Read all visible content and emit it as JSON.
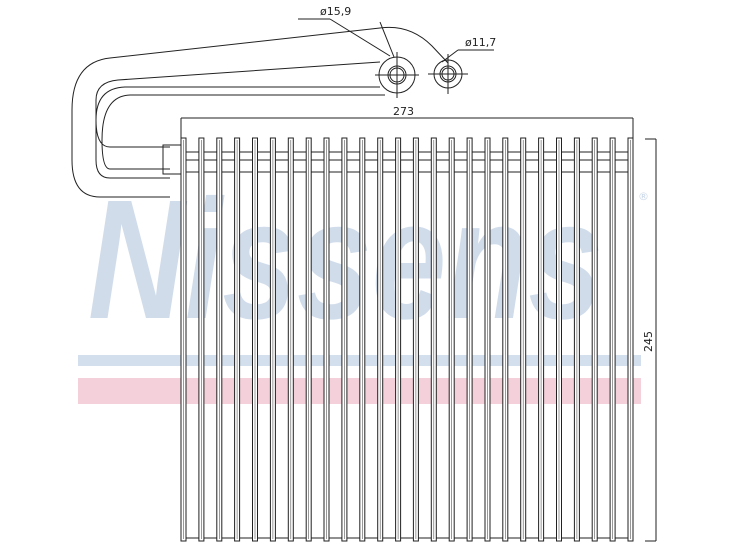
{
  "watermark": {
    "text": "Nissens",
    "registered_mark": "®",
    "colors": {
      "text": "#c9d7e8",
      "stripe_blue": "#d3dfec",
      "stripe_red": "#f3ccd6"
    }
  },
  "dimensions": {
    "outlet_diameter": "ø15,9",
    "inlet_diameter": "ø11,7",
    "width": "273",
    "height": "245"
  }
}
